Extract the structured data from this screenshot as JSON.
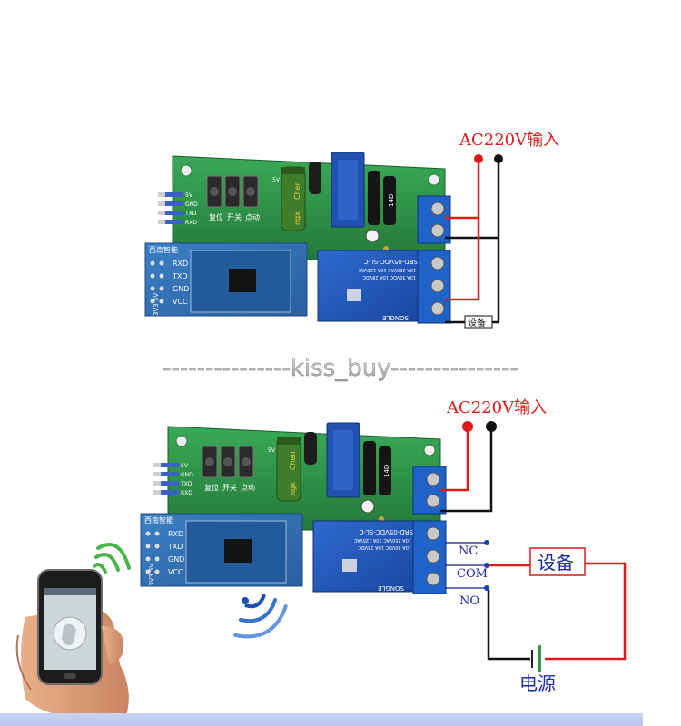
{
  "labels": {
    "ac_input_top": "AC220V输入",
    "ac_input_bottom": "AC220V输入",
    "device_small": "设备",
    "device_box": "设备",
    "power": "电源",
    "nc": "NC",
    "com": "COM",
    "no": "NO",
    "watermark": "---------------kiss_buy---------------"
  },
  "board": {
    "bt_vendor": "西南智能",
    "bt_pins": [
      "RXD",
      "TXD",
      "GND",
      "VCC"
    ],
    "bt_side": "3V3  5V",
    "header_pins": [
      "5V",
      "GND",
      "TXD",
      "RXD"
    ],
    "button_labels": [
      "复位",
      "开关",
      "点动"
    ],
    "cap_brand": "Chen",
    "cap_text": "ngx",
    "relay_model": "SRD-05VDC-SL-C",
    "relay_rating_1": "10A 250VAC  10A 125VAC",
    "relay_rating_2": "10A 30VDC  10A 28VDC",
    "relay_brand": "SONGLE",
    "cap_small": "14D",
    "silk_5v": "5V"
  },
  "colors": {
    "pcb_green": "#2f9a4a",
    "bt_blue": "#2f6fb5",
    "relay_blue": "#1f56b8",
    "terminal_blue": "#1a5fc7",
    "wire_red": "#e0191a",
    "wire_black": "#111111"
  }
}
